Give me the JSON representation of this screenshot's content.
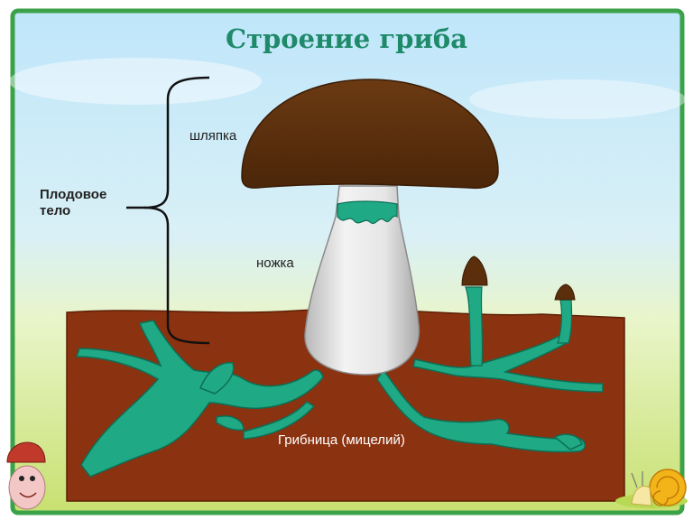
{
  "diagram": {
    "title": "Строение гриба",
    "labels": {
      "cap": "шляпка",
      "stem": "ножка",
      "fruit_body": "Плодовое тело",
      "mycelium": "Грибница (мицелий)"
    }
  },
  "colors": {
    "frame": "#3ba24a",
    "soil": "#8b3210",
    "mycelium": "#1fa984",
    "cap": "#5b2e0c",
    "stem": "#e8e8e8",
    "title": "#1f8a6a"
  }
}
